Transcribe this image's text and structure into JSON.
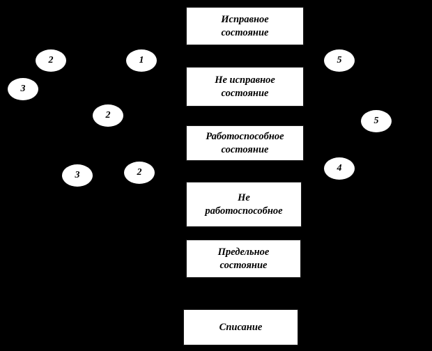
{
  "diagram": {
    "background_color": "#000000",
    "box_fill_color": "#ffffff",
    "text_color": "#000000",
    "boxes": [
      {
        "id": "serviceable",
        "label": "Исправное\nсостояние"
      },
      {
        "id": "faulty",
        "label": "Не исправное\nсостояние"
      },
      {
        "id": "operational",
        "label": "Работоспособное\nсостояние"
      },
      {
        "id": "non-operational",
        "label": "Не\nработоспособное"
      },
      {
        "id": "limit",
        "label": "Предельное\nсостояние"
      },
      {
        "id": "write-off",
        "label": "Списание"
      }
    ],
    "ellipses": [
      {
        "label": "2"
      },
      {
        "label": "1"
      },
      {
        "label": "3"
      },
      {
        "label": "2"
      },
      {
        "label": "5"
      },
      {
        "label": "5"
      },
      {
        "label": "4"
      },
      {
        "label": "3"
      },
      {
        "label": "2"
      }
    ]
  }
}
